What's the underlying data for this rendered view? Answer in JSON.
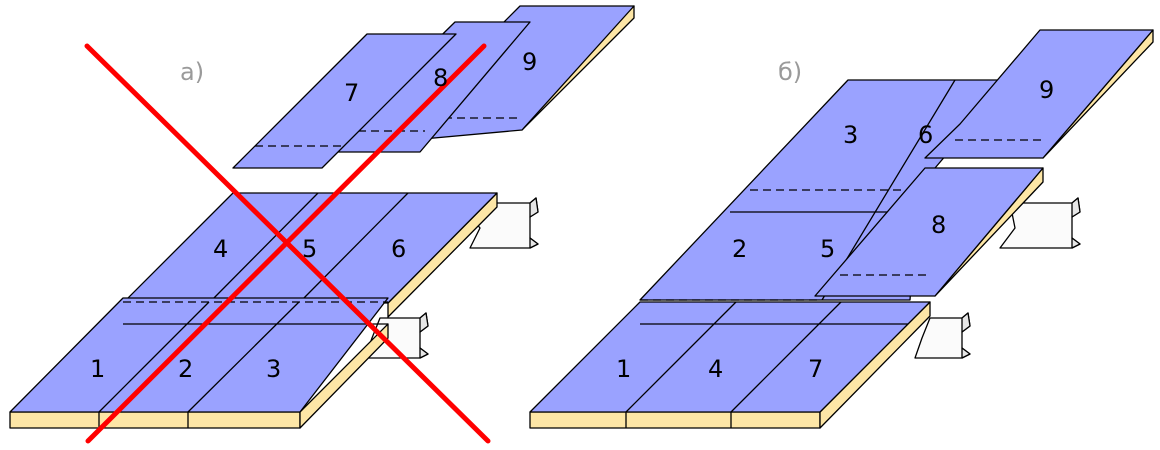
{
  "panels": [
    {
      "label": "а)",
      "status": "incorrect",
      "sheet_numbers": [
        "1",
        "2",
        "3",
        "4",
        "5",
        "6",
        "7",
        "8",
        "9"
      ]
    },
    {
      "label": "б)",
      "status": "correct",
      "sheet_numbers": [
        "1",
        "2",
        "3",
        "4",
        "5",
        "6",
        "7",
        "8",
        "9"
      ]
    }
  ],
  "colors": {
    "sheet_top": "#9aa2ff",
    "sheet_edge": "#fde6a6",
    "beam": "#f4f4f4",
    "cross": "#ff0000",
    "label": "#9a9a9a"
  }
}
